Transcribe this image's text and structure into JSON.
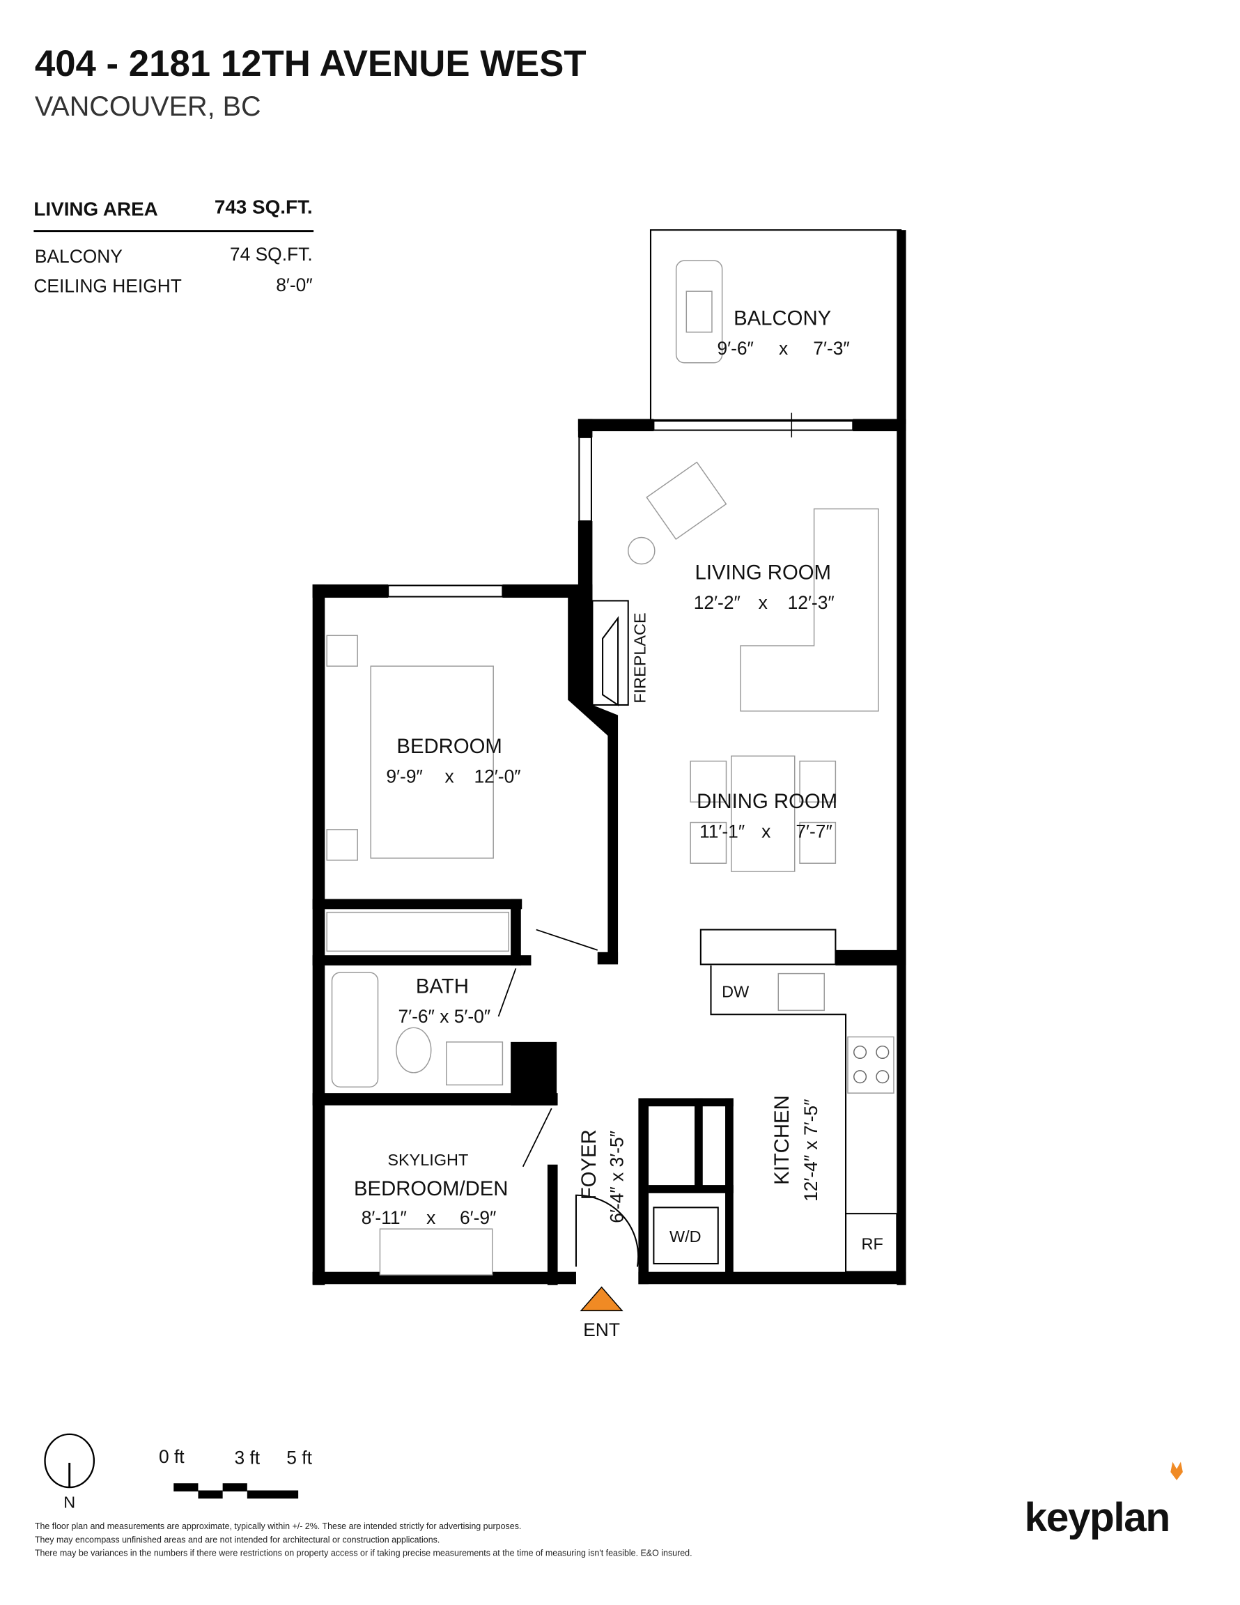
{
  "header": {
    "title": "404 - 2181 12TH AVENUE WEST",
    "subtitle": "VANCOUVER, BC"
  },
  "stats": {
    "living_area_label": "LIVING AREA",
    "living_area_value": "743 SQ.FT.",
    "balcony_label": "BALCONY",
    "balcony_value": "74 SQ.FT.",
    "ceiling_label": "CEILING HEIGHT",
    "ceiling_value": "8′-0″"
  },
  "rooms": {
    "balcony": {
      "name": "BALCONY",
      "w": "9′-6″",
      "x": "x",
      "h": "7′-3″"
    },
    "living": {
      "name": "LIVING ROOM",
      "w": "12′-2″",
      "x": "x",
      "h": "12′-3″"
    },
    "dining": {
      "name": "DINING ROOM",
      "w": "11′-1″",
      "x": "x",
      "h": "7′-7″"
    },
    "bedroom": {
      "name": "BEDROOM",
      "w": "9′-9″",
      "x": "x",
      "h": "12′-0″"
    },
    "bath": {
      "name": "BATH",
      "dims": "7′-6″ x 5′-0″"
    },
    "den": {
      "prefix": "SKYLIGHT",
      "name": "BEDROOM/DEN",
      "w": "8′-11″",
      "x": "x",
      "h": "6′-9″"
    },
    "foyer": {
      "name": "FOYER",
      "dims": "6′-4″  x  3′-5″"
    },
    "kitchen": {
      "name": "KITCHEN",
      "dims": "12′-4″  x  7′-5″"
    }
  },
  "fixtures": {
    "fireplace": "FIREPLACE",
    "dw": "DW",
    "wd": "W/D",
    "rf": "RF",
    "entrance": "ENT"
  },
  "legend": {
    "north": "N",
    "scale": [
      "0 ft",
      "3 ft",
      "5 ft"
    ]
  },
  "disclaimer": [
    "The floor plan and measurements are approximate, typically within +/- 2%. These are intended strictly for advertising purposes.",
    "They may encompass unfinished areas and are not intended for architectural or construction applications.",
    "There may be variances in the numbers if there were restrictions on property access or if taking precise measurements at the time of measuring isn't feasible. E&O insured."
  ],
  "brand": {
    "logo": "keyplan",
    "accent": "#f08a24"
  }
}
